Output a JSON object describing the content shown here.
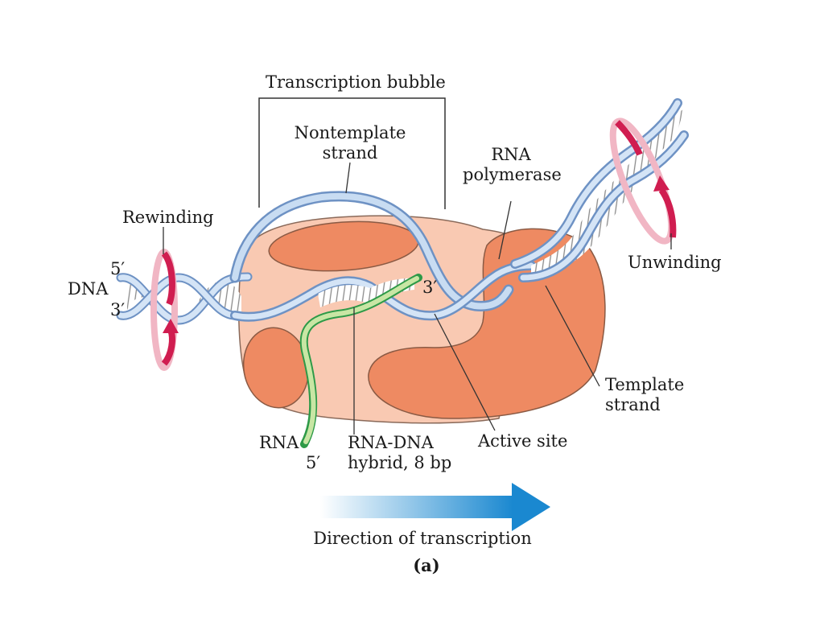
{
  "labels": {
    "transcription_bubble": "Transcription bubble",
    "nontemplate_strand": [
      "Nontemplate",
      "strand"
    ],
    "rna_polymerase": [
      "RNA",
      "polymerase"
    ],
    "rewinding": "Rewinding",
    "unwinding": "Unwinding",
    "dna": "DNA",
    "dna_five_prime": "5′",
    "dna_three_prime": "3′",
    "rna_three_prime": "3′",
    "template_strand": [
      "Template",
      "strand"
    ],
    "rna": "RNA",
    "rna_five_prime": "5′",
    "hybrid": [
      "RNA-DNA",
      "hybrid, 8 bp"
    ],
    "active_site": "Active site",
    "direction": "Direction of transcription",
    "panel": "(a)"
  },
  "colors": {
    "polymerase_light": "#f9c9b2",
    "polymerase_dark": "#ee8a62",
    "dna_strand": "#b8d0ec",
    "dna_strand_edge": "#6e92c4",
    "rna_light": "#c8e6a4",
    "rna_dark": "#2e9a48",
    "rotation_arrow": "#d01d50",
    "direction_arrow": "#1a88d0"
  }
}
